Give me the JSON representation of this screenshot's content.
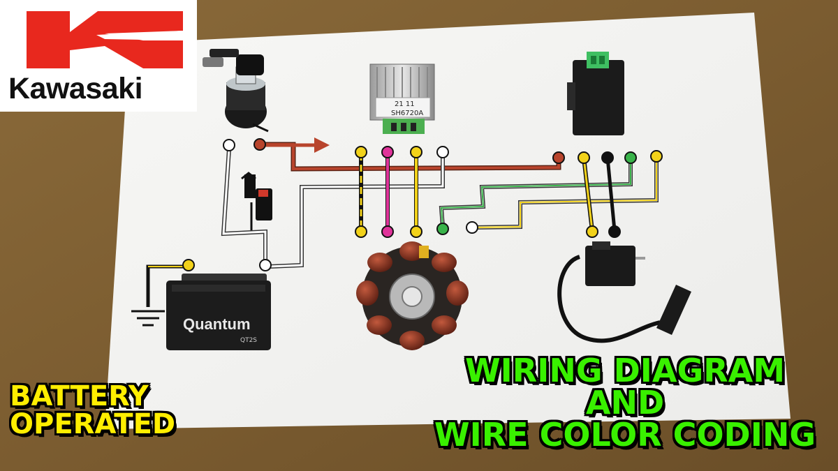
{
  "brand": {
    "name": "Kawasaki",
    "logo_color": "#e8281e"
  },
  "captions": {
    "left": [
      "BATTERY",
      "OPERATED"
    ],
    "right": [
      "WIRING DIAGRAM",
      "AND",
      "WIRE COLOR CODING"
    ],
    "left_color": "#ffee00",
    "right_color": "#39f000"
  },
  "components": {
    "regulator_label_1": "21 11",
    "regulator_label_2": "SH6720A",
    "battery_brand": "Quantum",
    "battery_model": "QT2S"
  },
  "wire_colors": {
    "red": "#b8442c",
    "pink": "#e0339a",
    "yellow": "#f2d21a",
    "black": "#111111",
    "green": "#39b34a",
    "white": "#ffffff"
  }
}
